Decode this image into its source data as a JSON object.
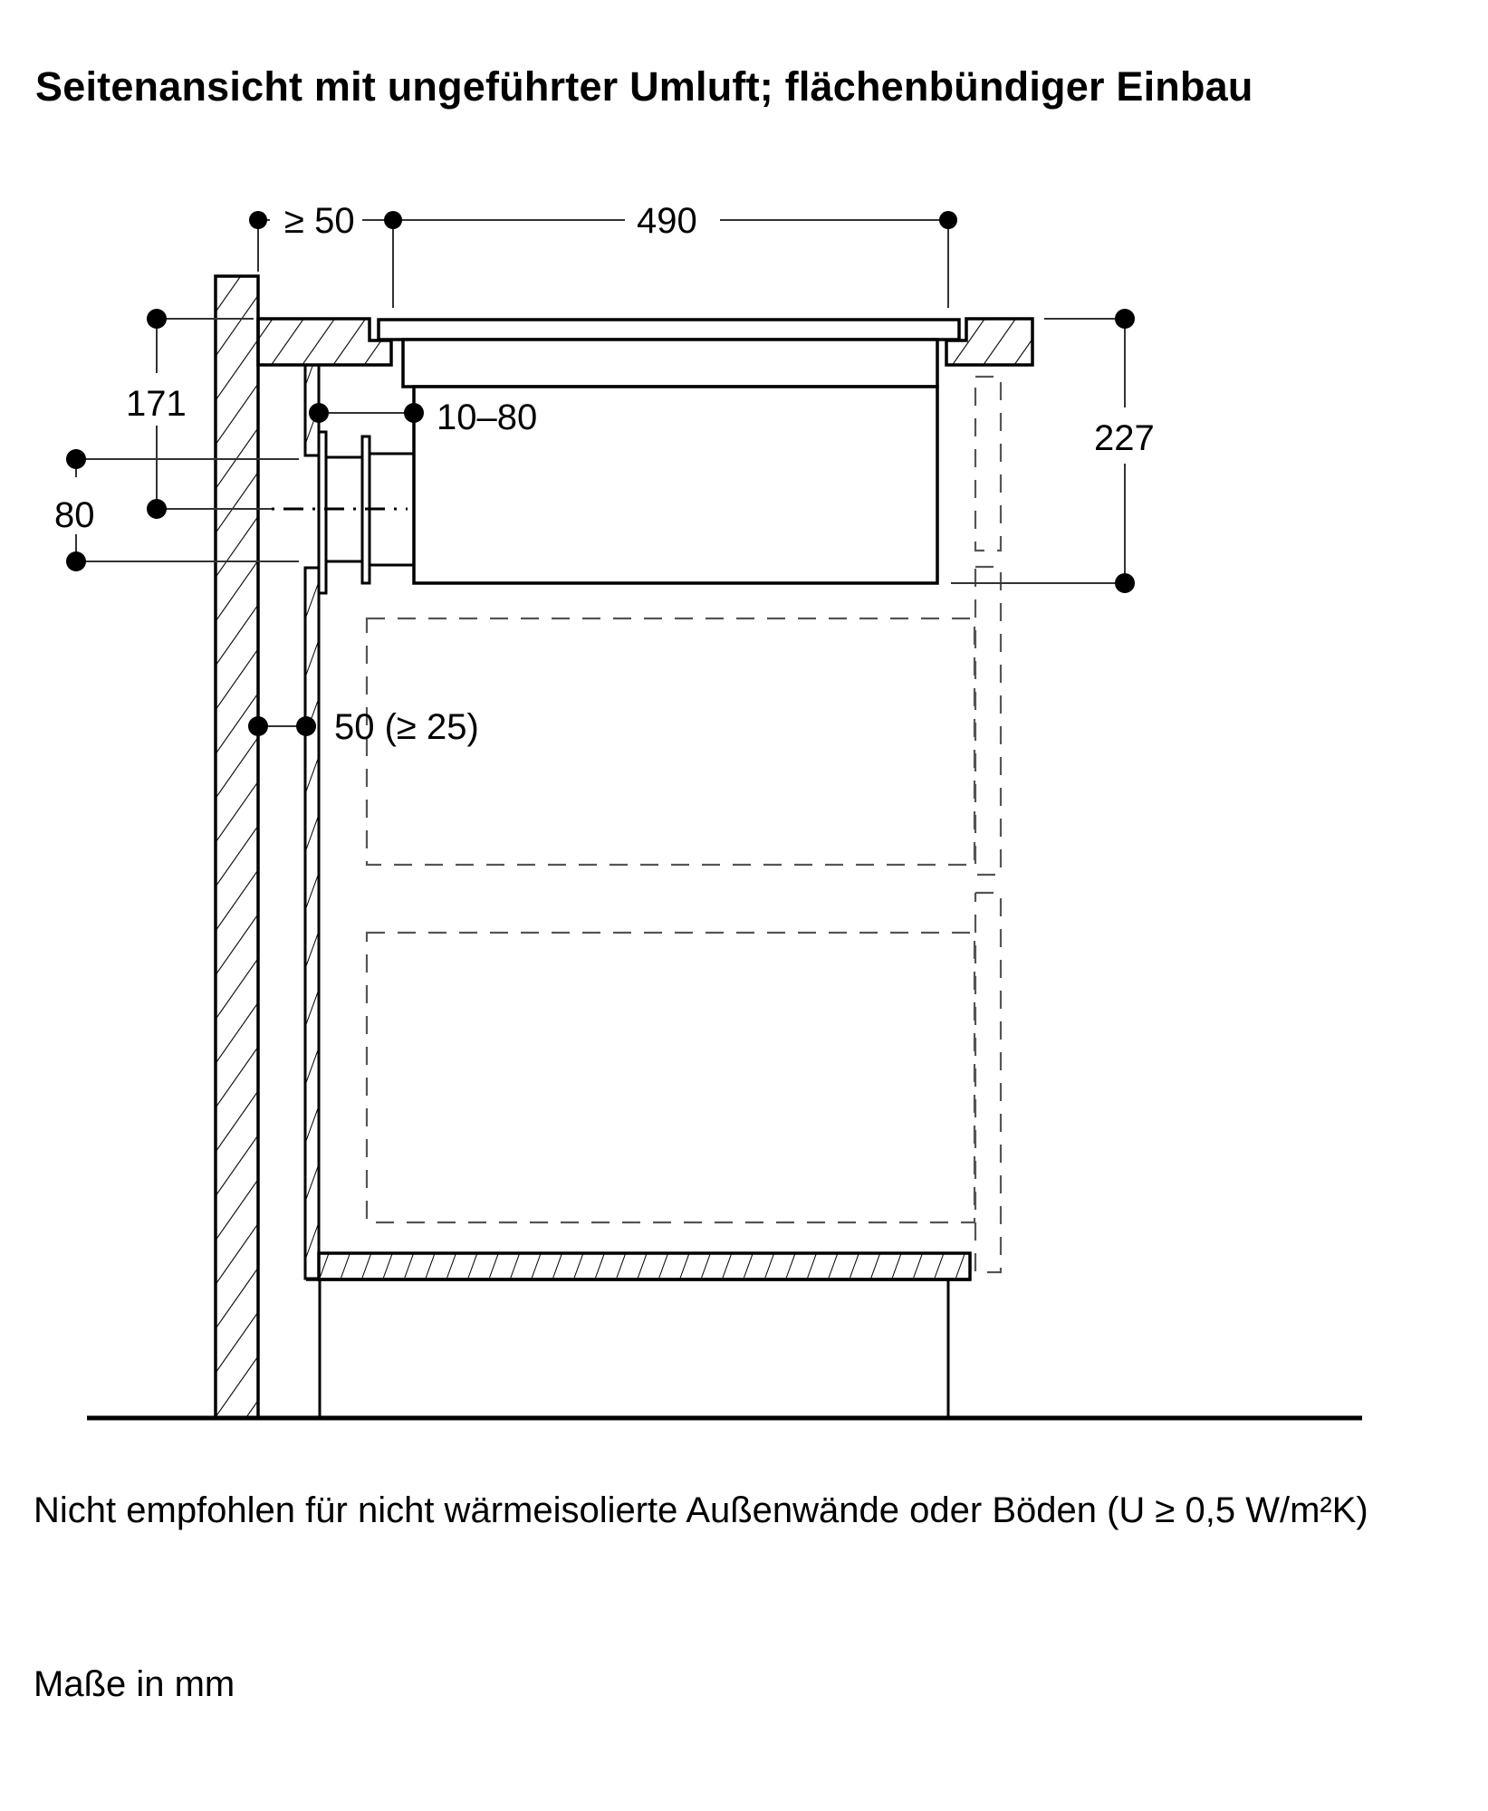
{
  "title": "Seitenansicht mit ungeführter Umluft; flächenbündiger Einbau",
  "dimensions": {
    "wall_gap": "≥ 50",
    "cooktop_depth": "490",
    "pipe_gap": "10–80",
    "height_to_axis": "171",
    "pipe_diameter": "80",
    "total_height": "227",
    "rear_gap": "50 (≥ 25)"
  },
  "note": "Nicht empfohlen für nicht wärmeisolierte Außenwände oder Böden (U ≥ 0,5 W/m²K)",
  "units": "Maße in mm",
  "colors": {
    "line": "#000000",
    "dimension_line": "#333333",
    "dashed": "#555555",
    "background": "#ffffff"
  }
}
